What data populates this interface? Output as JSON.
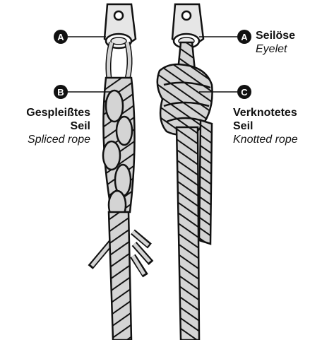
{
  "markers": {
    "a_left": "A",
    "b": "B",
    "a_right": "A",
    "c": "C"
  },
  "labels": {
    "eyelet_de": "Seilöse",
    "eyelet_en": "Eyelet",
    "spliced_de_line1": "Gespleißtes",
    "spliced_de_line2": "Seil",
    "spliced_en": "Spliced rope",
    "knotted_de_line1": "Verknotetes",
    "knotted_de_line2": "Seil",
    "knotted_en": "Knotted rope"
  },
  "colors": {
    "rope": "#d4d4d4",
    "metal": "#e6e6e6",
    "outline": "#111111",
    "marker": "#111111"
  }
}
